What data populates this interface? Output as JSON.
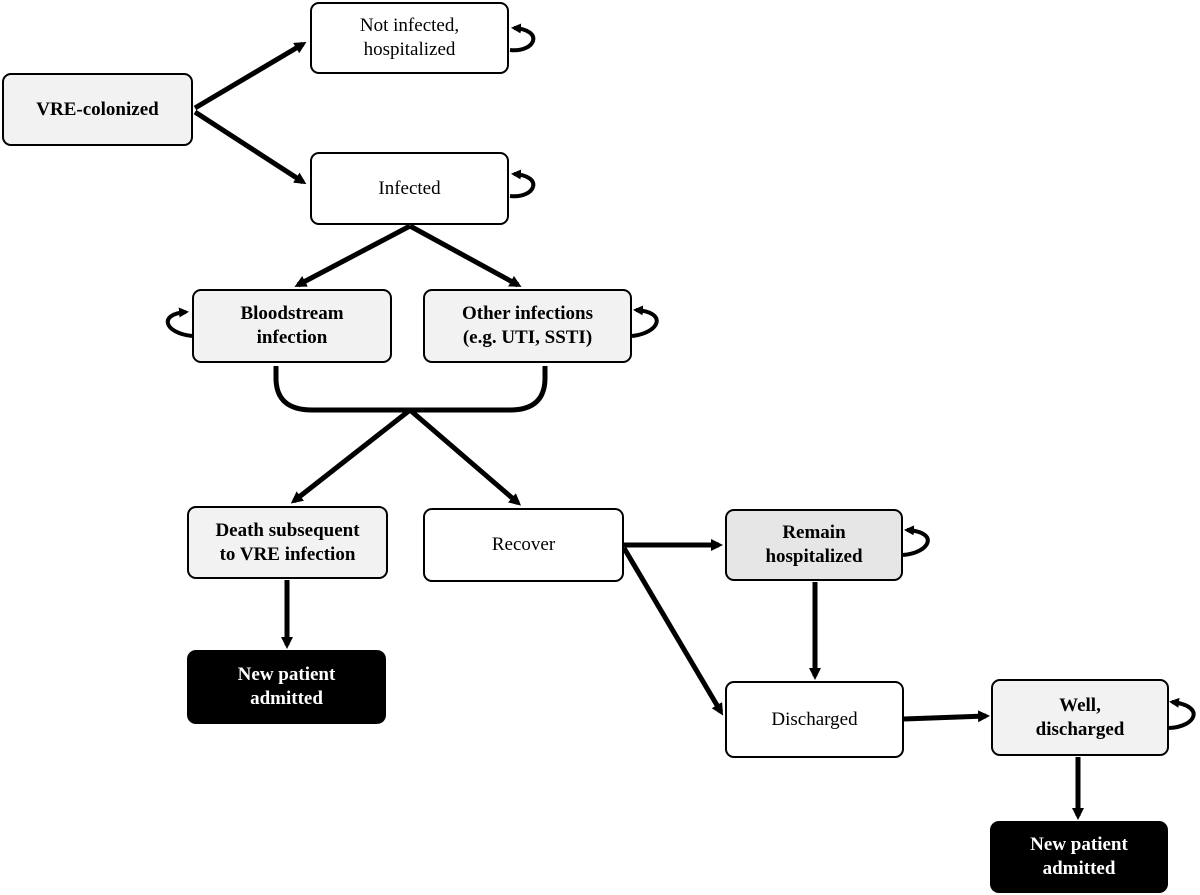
{
  "nodes": {
    "vre_colonized": {
      "lines": [
        "VRE-colonized"
      ]
    },
    "not_infected": {
      "lines": [
        "Not infected,",
        "hospitalized"
      ]
    },
    "infected": {
      "lines": [
        "Infected"
      ]
    },
    "bloodstream": {
      "lines": [
        "Bloodstream",
        "infection"
      ]
    },
    "other_infections": {
      "lines": [
        "Other infections",
        "(e.g. UTI, SSTI)"
      ]
    },
    "death": {
      "lines": [
        "Death subsequent",
        "to VRE infection"
      ]
    },
    "recover": {
      "lines": [
        "Recover"
      ]
    },
    "remain_hospitalized": {
      "lines": [
        "Remain",
        "hospitalized"
      ]
    },
    "new_patient_1": {
      "lines": [
        "New patient",
        "admitted"
      ]
    },
    "discharged": {
      "lines": [
        "Discharged"
      ]
    },
    "well_discharged": {
      "lines": [
        "Well,",
        "discharged"
      ]
    },
    "new_patient_2": {
      "lines": [
        "New patient",
        "admitted"
      ]
    }
  },
  "colors": {
    "line": "#000000",
    "fill_light": "#f2f2f2",
    "fill_mid": "#e6e6e6",
    "fill_dark": "#000000"
  }
}
